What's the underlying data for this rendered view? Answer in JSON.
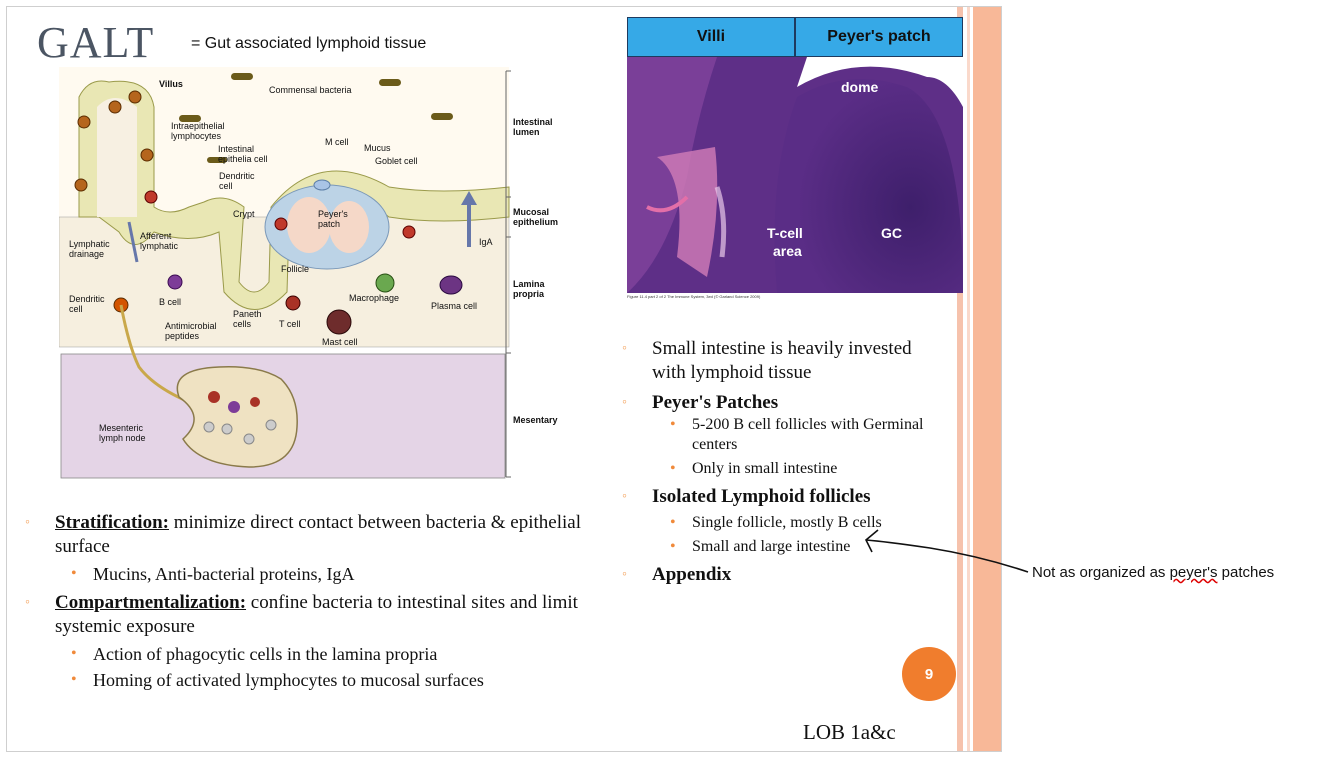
{
  "slide": {
    "title": "GALT",
    "title_definition": "= Gut associated lymphoid tissue",
    "page_number": "9",
    "footer": "LOB 1a&c"
  },
  "diagram": {
    "labels": {
      "villus": "Villus",
      "commensal": "Commensal bacteria",
      "iel1": "Intraepithelial",
      "iel2": "lymphocytes",
      "intestinal_lumen1": "Intestinal",
      "intestinal_lumen2": "lumen",
      "m_cell": "M cell",
      "mucus": "Mucus",
      "goblet": "Goblet cell",
      "iec1": "Intestinal",
      "iec2": "epithelia cell",
      "dendritic1a": "Dendritic",
      "dendritic1b": "cell",
      "crypt": "Crypt",
      "peyers1": "Peyer's",
      "peyers2": "patch",
      "mucosal1": "Mucosal",
      "mucosal2": "epithelium",
      "lymph_drain1": "Lymphatic",
      "lymph_drain2": "drainage",
      "afferent1": "Afferent",
      "afferent2": "lymphatic",
      "follicle": "Follicle",
      "iga": "IgA",
      "dendritic2a": "Dendritic",
      "dendritic2b": "cell",
      "bcell": "B cell",
      "macrophage": "Macrophage",
      "plasma": "Plasma cell",
      "lamina1": "Lamina",
      "lamina2": "propria",
      "antimicrobial1": "Antimicrobial",
      "antimicrobial2": "peptides",
      "paneth1": "Paneth",
      "paneth2": "cells",
      "tcell": "T cell",
      "mast": "Mast cell",
      "mesentery": "Mesentary",
      "mln1": "Mesenteric",
      "mln2": "lymph node"
    }
  },
  "histology": {
    "col1": "Villi",
    "col2": "Peyer's patch",
    "dome": "dome",
    "tcell1": "T-cell",
    "tcell2": "area",
    "gc": "GC",
    "caption": "Figure 11.4 part 2 of 2 The Immune System, 3ed (© Garland Science 2009)"
  },
  "left_bullets": {
    "strat_term": "Stratification:",
    "strat_text": " minimize direct contact between bacteria & epithelial surface",
    "strat_sub": "Mucins, Anti-bacterial proteins, IgA",
    "comp_term": "Compartmentalization:",
    "comp_text": " confine bacteria to intestinal sites and limit systemic exposure",
    "comp_sub1": "Action of phagocytic cells in the lamina propria",
    "comp_sub2": "Homing of activated lymphocytes to mucosal surfaces"
  },
  "right_bullets": {
    "b1": "Small intestine is heavily invested with lymphoid tissue",
    "b2": "Peyer's Patches",
    "b2_s1": "5-200 B cell follicles with Germinal centers",
    "b2_s2": "Only in small intestine",
    "b3": "Isolated Lymphoid follicles",
    "b3_s1": "Single follicle, mostly B cells",
    "b3_s2": "Small and large intestine",
    "b4": "Appendix"
  },
  "annotation": {
    "prefix": "Not as organized as ",
    "wavy": "peyer's",
    "suffix": " patches"
  },
  "colors": {
    "accent_orange": "#f07d2d",
    "header_blue": "#36a9e7",
    "stripe_peach": "#f8b898"
  }
}
